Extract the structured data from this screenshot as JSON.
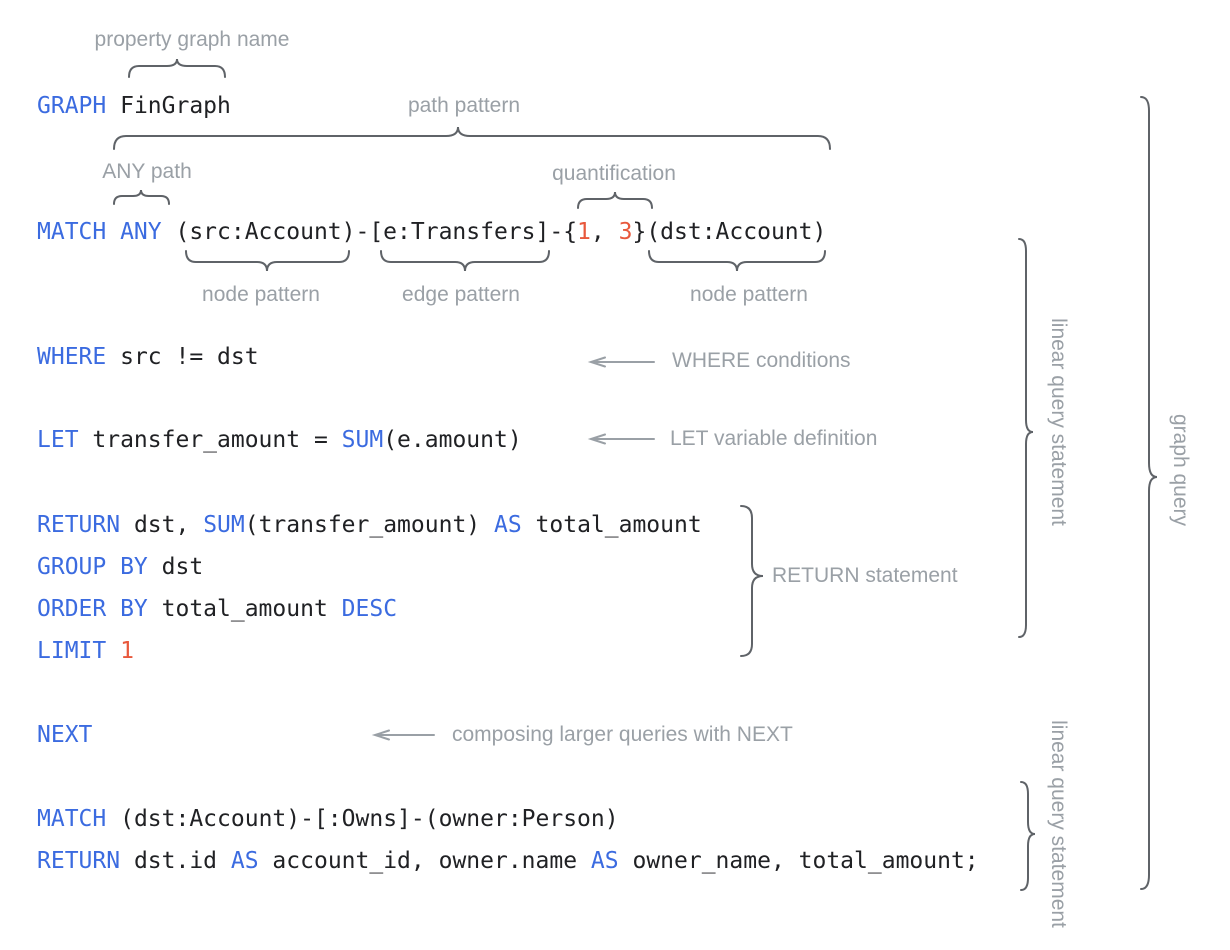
{
  "colors": {
    "kw": "#3b6be0",
    "num": "#e8583c",
    "txt": "#202124",
    "label": "#9aa0a6",
    "brace": "#5f6368",
    "arrow": "#9aa0a6"
  },
  "code": {
    "lines": [
      {
        "name": "graph-clause",
        "tokens": [
          {
            "t": "GRAPH",
            "c": "kw"
          },
          {
            "t": " FinGraph",
            "c": "txt"
          }
        ]
      },
      {
        "name": "match-clause",
        "tokens": [
          {
            "t": "MATCH ANY",
            "c": "kw"
          },
          {
            "t": " (src:Account)-[e:Transfers]-{",
            "c": "txt"
          },
          {
            "t": "1",
            "c": "num"
          },
          {
            "t": ", ",
            "c": "txt"
          },
          {
            "t": "3",
            "c": "num"
          },
          {
            "t": "}(dst:Account)",
            "c": "txt"
          }
        ]
      },
      {
        "name": "where-clause",
        "tokens": [
          {
            "t": "WHERE",
            "c": "kw"
          },
          {
            "t": " src != dst",
            "c": "txt"
          }
        ]
      },
      {
        "name": "let-clause",
        "tokens": [
          {
            "t": "LET",
            "c": "kw"
          },
          {
            "t": " transfer_amount = ",
            "c": "txt"
          },
          {
            "t": "SUM",
            "c": "kw"
          },
          {
            "t": "(e.amount)",
            "c": "txt"
          }
        ]
      },
      {
        "name": "return-clause",
        "tokens": [
          {
            "t": "RETURN",
            "c": "kw"
          },
          {
            "t": " dst, ",
            "c": "txt"
          },
          {
            "t": "SUM",
            "c": "kw"
          },
          {
            "t": "(transfer_amount) ",
            "c": "txt"
          },
          {
            "t": "AS",
            "c": "kw"
          },
          {
            "t": " total_amount",
            "c": "txt"
          }
        ]
      },
      {
        "name": "group-by-clause",
        "tokens": [
          {
            "t": "GROUP BY",
            "c": "kw"
          },
          {
            "t": " dst",
            "c": "txt"
          }
        ]
      },
      {
        "name": "order-by-clause",
        "tokens": [
          {
            "t": "ORDER BY",
            "c": "kw"
          },
          {
            "t": " total_amount ",
            "c": "txt"
          },
          {
            "t": "DESC",
            "c": "kw"
          }
        ]
      },
      {
        "name": "limit-clause",
        "tokens": [
          {
            "t": "LIMIT",
            "c": "kw"
          },
          {
            "t": " ",
            "c": "txt"
          },
          {
            "t": "1",
            "c": "num"
          }
        ]
      },
      {
        "name": "next-clause",
        "tokens": [
          {
            "t": "NEXT",
            "c": "kw"
          }
        ]
      },
      {
        "name": "match-clause-2",
        "tokens": [
          {
            "t": "MATCH",
            "c": "kw"
          },
          {
            "t": " (dst:Account)-[:Owns]-(owner:Person)",
            "c": "txt"
          }
        ]
      },
      {
        "name": "return-clause-2",
        "tokens": [
          {
            "t": "RETURN",
            "c": "kw"
          },
          {
            "t": " dst.id ",
            "c": "txt"
          },
          {
            "t": "AS",
            "c": "kw"
          },
          {
            "t": " account_id, owner.name ",
            "c": "txt"
          },
          {
            "t": "AS",
            "c": "kw"
          },
          {
            "t": " owner_name, total_amount;",
            "c": "txt"
          }
        ]
      }
    ]
  },
  "annotations": {
    "property_graph_name": "property graph name",
    "path_pattern": "path pattern",
    "any_path": "ANY path",
    "quantification": "quantification",
    "node_pattern_1": "node pattern",
    "edge_pattern": "edge pattern",
    "node_pattern_2": "node pattern",
    "where_conditions": "WHERE conditions",
    "let_variable_definition": "LET variable definition",
    "return_statement": "RETURN statement",
    "composing_next": "composing larger queries with NEXT",
    "linear_query_statement_1": "linear query statement",
    "linear_query_statement_2": "linear query statement",
    "graph_query": "graph query"
  }
}
